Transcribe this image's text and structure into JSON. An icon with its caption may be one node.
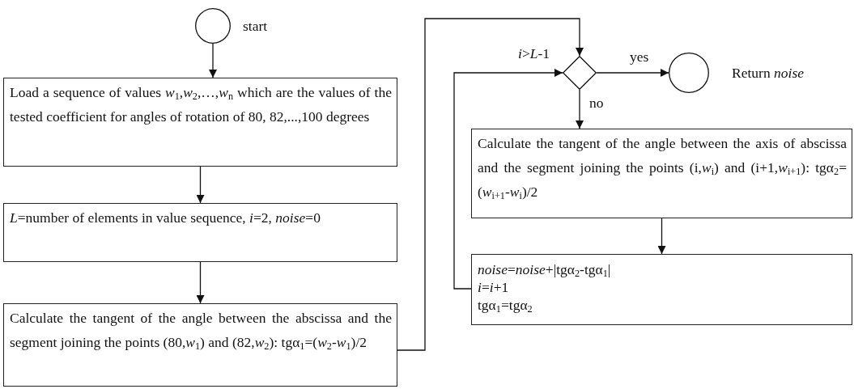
{
  "diagram": {
    "nodes": [
      {
        "text": [],
        "shape": "circle",
        "beside": [
          "start"
        ]
      },
      {
        "text": [
          "Load a sequence of values *w*$_{1}$,*w*$_{2}$,…,*w*$_{n}$ which are the values of the tested coefficient for angles of rotation of 80, 82,...,100 degrees"
        ]
      },
      {
        "text": [
          "*L*=number of elements in value sequence, *i*=2, *noise*=0"
        ]
      },
      {
        "text": [
          "Calculate the tangent of the angle between the abscissa and the segment joining the points (80,*w*$_{1}$) and (82,*w*$_{2}$): tgα$_{1}$=(*w*$_{2}$-*w*$_{1}$)/2"
        ]
      },
      {
        "text": [],
        "shape": "diamond",
        "beside": [
          "*i*>*L*-1"
        ]
      },
      {
        "text": [],
        "shape": "circle",
        "beside": [
          "Return *noise*"
        ]
      },
      {
        "text": [
          "Calculate the tangent of the angle between the axis of abscissa and the segment joining the points (i,*w*$_{i}$) and (i+1,*w*$_{i+1}$): tgα$_{2}$=(*w*$_{i+1}$-*w*$_{i}$)/2"
        ]
      },
      {
        "text": [
          "*noise*=*noise*+|tgα$_{2}$-tgα$_{1}$|",
          "*i*=*i*+1",
          "tgα$_{1}$=tgα$_{2}$"
        ]
      }
    ],
    "edges": [
      {
        "from": 0,
        "to": 1,
        "arrow": "to"
      },
      {
        "from": 1,
        "to": 2,
        "arrow": "to"
      },
      {
        "from": 2,
        "to": 3,
        "arrow": "to"
      },
      {
        "from": 3,
        "to": 4,
        "arrow": "to"
      },
      {
        "from": 4,
        "to": 5,
        "arrow": "to",
        "label": "yes"
      },
      {
        "from": 4,
        "to": 6,
        "arrow": "to",
        "label": "no"
      },
      {
        "from": 6,
        "to": 7,
        "arrow": "to"
      },
      {
        "from": 7,
        "to": 4,
        "arrow": "to"
      }
    ]
  }
}
